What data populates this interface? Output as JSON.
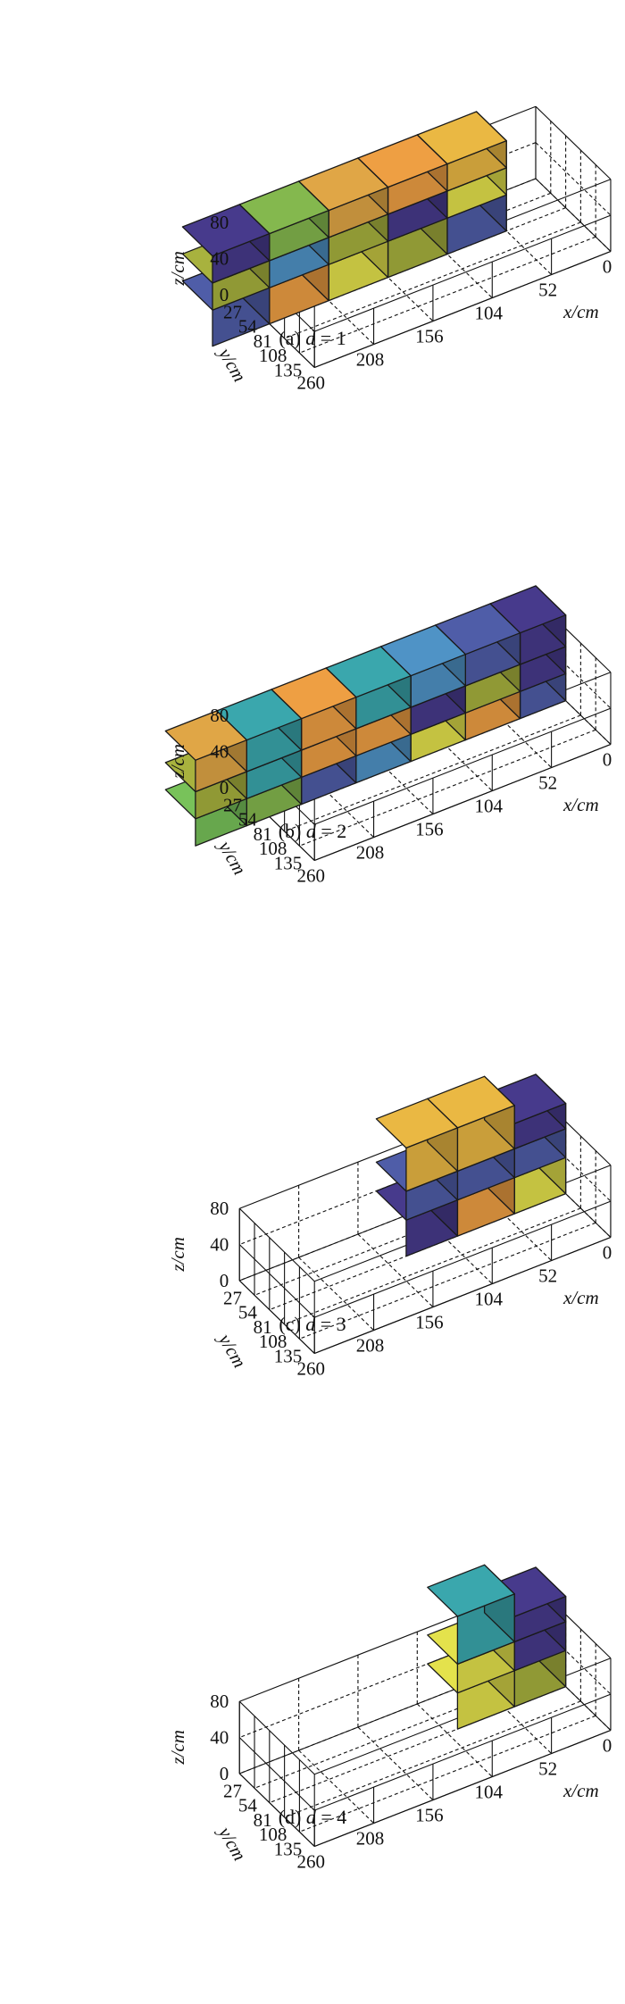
{
  "palette": {
    "purple": "#473a8c",
    "slate": "#4f5da8",
    "blue": "#4f93c6",
    "teal": "#3aa7ad",
    "green": "#84b84e",
    "lightgreen": "#78c25a",
    "olive": "#a8b23e",
    "yellow": "#e4e24c",
    "orange": "#ee9f43",
    "gold": "#eab843",
    "tan": "#e0a646"
  },
  "chart_data": [
    {
      "type": "3d-packing",
      "caption": {
        "prefix": "(a) ",
        "variable": "d",
        "suffix": " = 1"
      },
      "axes": {
        "x_label": "x/cm",
        "x_ticks": [
          "0",
          "52",
          "104",
          "156",
          "208",
          "260"
        ],
        "y_label": "y/cm",
        "y_ticks": [
          "27",
          "54",
          "81",
          "108",
          "135"
        ],
        "z_label": "z/cm",
        "z_ticks": [
          "0",
          "40",
          "80"
        ],
        "x_range": [
          0,
          260
        ],
        "y_range": [
          0,
          135
        ],
        "z_range": [
          0,
          80
        ]
      },
      "boxes": [
        {
          "x": [
            52,
            104
          ],
          "y": [
            0,
            54
          ],
          "z": [
            0,
            40
          ],
          "color": "slate"
        },
        {
          "x": [
            52,
            104
          ],
          "y": [
            0,
            54
          ],
          "z": [
            40,
            70
          ],
          "color": "yellow"
        },
        {
          "x": [
            52,
            104
          ],
          "y": [
            0,
            54
          ],
          "z": [
            70,
            100
          ],
          "color": "gold"
        },
        {
          "x": [
            104,
            156
          ],
          "y": [
            0,
            54
          ],
          "z": [
            0,
            40
          ],
          "color": "olive"
        },
        {
          "x": [
            104,
            156
          ],
          "y": [
            0,
            54
          ],
          "z": [
            40,
            70
          ],
          "color": "purple"
        },
        {
          "x": [
            104,
            156
          ],
          "y": [
            0,
            54
          ],
          "z": [
            70,
            100
          ],
          "color": "orange"
        },
        {
          "x": [
            156,
            208
          ],
          "y": [
            0,
            54
          ],
          "z": [
            0,
            40
          ],
          "color": "yellow"
        },
        {
          "x": [
            156,
            208
          ],
          "y": [
            0,
            54
          ],
          "z": [
            40,
            70
          ],
          "color": "olive"
        },
        {
          "x": [
            156,
            208
          ],
          "y": [
            0,
            54
          ],
          "z": [
            70,
            100
          ],
          "color": "tan"
        },
        {
          "x": [
            208,
            260
          ],
          "y": [
            0,
            54
          ],
          "z": [
            0,
            40
          ],
          "color": "orange"
        },
        {
          "x": [
            208,
            260
          ],
          "y": [
            0,
            54
          ],
          "z": [
            40,
            70
          ],
          "color": "blue"
        },
        {
          "x": [
            208,
            260
          ],
          "y": [
            0,
            54
          ],
          "z": [
            70,
            100
          ],
          "color": "green"
        },
        {
          "x": [
            260,
            310
          ],
          "y": [
            0,
            54
          ],
          "z": [
            0,
            40
          ],
          "color": "slate"
        },
        {
          "x": [
            260,
            310
          ],
          "y": [
            0,
            54
          ],
          "z": [
            40,
            70
          ],
          "color": "olive"
        },
        {
          "x": [
            260,
            310
          ],
          "y": [
            0,
            54
          ],
          "z": [
            70,
            100
          ],
          "color": "purple"
        }
      ]
    },
    {
      "type": "3d-packing",
      "caption": {
        "prefix": "(b) ",
        "variable": "d",
        "suffix": " = 2"
      },
      "axes": {
        "x_label": "x/cm",
        "x_ticks": [
          "0",
          "52",
          "104",
          "156",
          "208",
          "260"
        ],
        "y_label": "y/cm",
        "y_ticks": [
          "27",
          "54",
          "81",
          "108",
          "135"
        ],
        "z_label": "z/cm",
        "z_ticks": [
          "0",
          "40",
          "80"
        ],
        "x_range": [
          0,
          260
        ],
        "y_range": [
          0,
          135
        ],
        "z_range": [
          0,
          80
        ]
      },
      "boxes": [
        {
          "x": [
            0,
            40
          ],
          "y": [
            0,
            54
          ],
          "z": [
            0,
            30
          ],
          "color": "slate"
        },
        {
          "x": [
            0,
            40
          ],
          "y": [
            0,
            54
          ],
          "z": [
            30,
            60
          ],
          "color": "purple"
        },
        {
          "x": [
            0,
            40
          ],
          "y": [
            0,
            54
          ],
          "z": [
            60,
            95
          ],
          "color": "purple"
        },
        {
          "x": [
            40,
            88
          ],
          "y": [
            0,
            54
          ],
          "z": [
            0,
            30
          ],
          "color": "orange"
        },
        {
          "x": [
            40,
            88
          ],
          "y": [
            0,
            54
          ],
          "z": [
            30,
            60
          ],
          "color": "olive"
        },
        {
          "x": [
            40,
            88
          ],
          "y": [
            0,
            54
          ],
          "z": [
            60,
            95
          ],
          "color": "slate"
        },
        {
          "x": [
            88,
            136
          ],
          "y": [
            0,
            54
          ],
          "z": [
            0,
            30
          ],
          "color": "yellow"
        },
        {
          "x": [
            88,
            136
          ],
          "y": [
            0,
            54
          ],
          "z": [
            30,
            60
          ],
          "color": "purple"
        },
        {
          "x": [
            88,
            136
          ],
          "y": [
            0,
            54
          ],
          "z": [
            60,
            95
          ],
          "color": "blue"
        },
        {
          "x": [
            136,
            184
          ],
          "y": [
            0,
            54
          ],
          "z": [
            0,
            30
          ],
          "color": "blue"
        },
        {
          "x": [
            136,
            184
          ],
          "y": [
            0,
            54
          ],
          "z": [
            30,
            60
          ],
          "color": "orange"
        },
        {
          "x": [
            136,
            184
          ],
          "y": [
            0,
            54
          ],
          "z": [
            60,
            95
          ],
          "color": "teal"
        },
        {
          "x": [
            184,
            232
          ],
          "y": [
            0,
            54
          ],
          "z": [
            0,
            30
          ],
          "color": "slate"
        },
        {
          "x": [
            184,
            232
          ],
          "y": [
            0,
            54
          ],
          "z": [
            30,
            60
          ],
          "color": "orange"
        },
        {
          "x": [
            184,
            232
          ],
          "y": [
            0,
            54
          ],
          "z": [
            60,
            95
          ],
          "color": "orange"
        },
        {
          "x": [
            232,
            280
          ],
          "y": [
            0,
            54
          ],
          "z": [
            0,
            30
          ],
          "color": "green"
        },
        {
          "x": [
            232,
            280
          ],
          "y": [
            0,
            54
          ],
          "z": [
            30,
            60
          ],
          "color": "teal"
        },
        {
          "x": [
            232,
            280
          ],
          "y": [
            0,
            54
          ],
          "z": [
            60,
            95
          ],
          "color": "teal"
        },
        {
          "x": [
            280,
            325
          ],
          "y": [
            0,
            54
          ],
          "z": [
            0,
            30
          ],
          "color": "lightgreen"
        },
        {
          "x": [
            280,
            325
          ],
          "y": [
            0,
            54
          ],
          "z": [
            30,
            60
          ],
          "color": "olive"
        },
        {
          "x": [
            280,
            325
          ],
          "y": [
            0,
            54
          ],
          "z": [
            60,
            95
          ],
          "color": "tan"
        }
      ]
    },
    {
      "type": "3d-packing",
      "caption": {
        "prefix": "(c) ",
        "variable": "d",
        "suffix": " = 3"
      },
      "axes": {
        "x_label": "x/cm",
        "x_ticks": [
          "0",
          "52",
          "104",
          "156",
          "208",
          "260"
        ],
        "y_label": "y/cm",
        "y_ticks": [
          "27",
          "54",
          "81",
          "108",
          "135"
        ],
        "z_label": "z/cm",
        "z_ticks": [
          "0",
          "40",
          "80"
        ],
        "x_range": [
          0,
          260
        ],
        "y_range": [
          0,
          135
        ],
        "z_range": [
          0,
          80
        ]
      },
      "boxes": [
        {
          "x": [
            0,
            45
          ],
          "y": [
            0,
            54
          ],
          "z": [
            0,
            40
          ],
          "color": "yellow"
        },
        {
          "x": [
            0,
            45
          ],
          "y": [
            0,
            54
          ],
          "z": [
            40,
            72
          ],
          "color": "slate"
        },
        {
          "x": [
            0,
            45
          ],
          "y": [
            0,
            54
          ],
          "z": [
            72,
            100
          ],
          "color": "purple"
        },
        {
          "x": [
            45,
            95
          ],
          "y": [
            0,
            54
          ],
          "z": [
            0,
            40
          ],
          "color": "orange"
        },
        {
          "x": [
            45,
            95
          ],
          "y": [
            0,
            54
          ],
          "z": [
            40,
            72
          ],
          "color": "slate"
        },
        {
          "x": [
            45,
            95
          ],
          "y": [
            0,
            54
          ],
          "z": [
            72,
            120
          ],
          "color": "gold"
        },
        {
          "x": [
            95,
            140
          ],
          "y": [
            0,
            54
          ],
          "z": [
            0,
            40
          ],
          "color": "purple"
        },
        {
          "x": [
            95,
            140
          ],
          "y": [
            0,
            54
          ],
          "z": [
            40,
            72
          ],
          "color": "slate"
        },
        {
          "x": [
            95,
            140
          ],
          "y": [
            0,
            54
          ],
          "z": [
            72,
            120
          ],
          "color": "gold"
        }
      ]
    },
    {
      "type": "3d-packing",
      "caption": {
        "prefix": "(d) ",
        "variable": "d",
        "suffix": " = 4"
      },
      "axes": {
        "x_label": "x/cm",
        "x_ticks": [
          "0",
          "52",
          "104",
          "156",
          "208",
          "260"
        ],
        "y_label": "y/cm",
        "y_ticks": [
          "27",
          "54",
          "81",
          "108",
          "135"
        ],
        "z_label": "z/cm",
        "z_ticks": [
          "0",
          "40",
          "80"
        ],
        "x_range": [
          0,
          260
        ],
        "y_range": [
          0,
          135
        ],
        "z_range": [
          0,
          80
        ]
      },
      "boxes": [
        {
          "x": [
            0,
            45
          ],
          "y": [
            0,
            54
          ],
          "z": [
            0,
            40
          ],
          "color": "olive"
        },
        {
          "x": [
            0,
            45
          ],
          "y": [
            0,
            54
          ],
          "z": [
            40,
            72
          ],
          "color": "purple"
        },
        {
          "x": [
            0,
            45
          ],
          "y": [
            0,
            54
          ],
          "z": [
            72,
            100
          ],
          "color": "purple"
        },
        {
          "x": [
            45,
            95
          ],
          "y": [
            0,
            54
          ],
          "z": [
            0,
            40
          ],
          "color": "yellow"
        },
        {
          "x": [
            45,
            95
          ],
          "y": [
            0,
            54
          ],
          "z": [
            40,
            72
          ],
          "color": "yellow"
        },
        {
          "x": [
            45,
            95
          ],
          "y": [
            0,
            54
          ],
          "z": [
            72,
            125
          ],
          "color": "teal"
        }
      ]
    }
  ]
}
